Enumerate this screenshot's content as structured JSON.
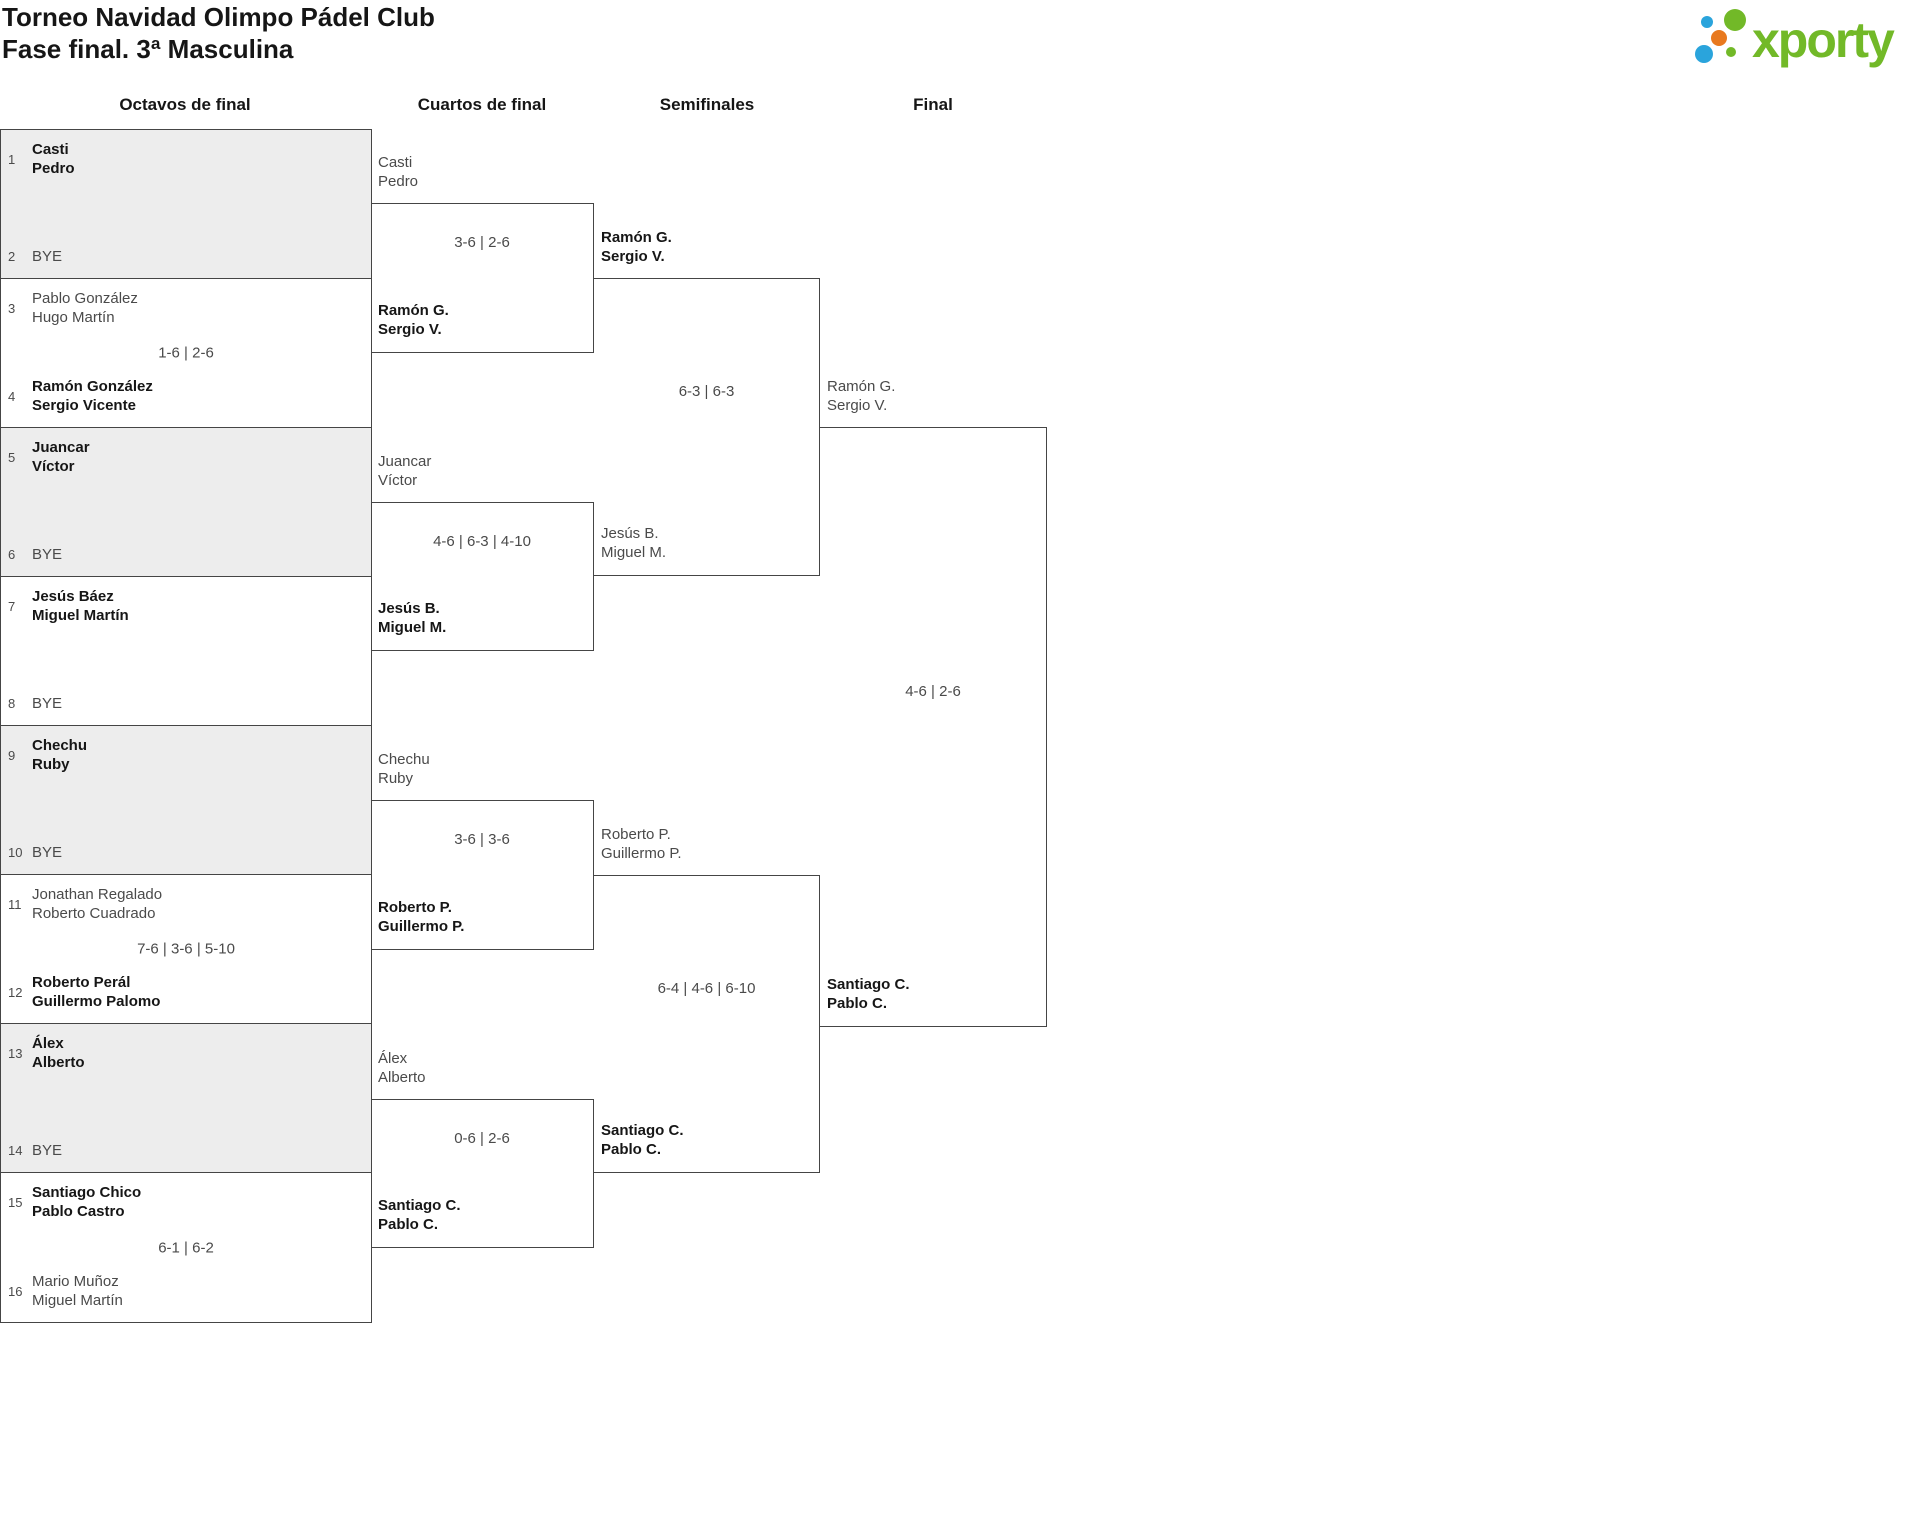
{
  "page": {
    "title_line1": "Torneo Navidad Olimpo Pádel Club",
    "title_line2": "Fase final. 3ª Masculina"
  },
  "logo": {
    "text": "xporty",
    "green": "#72b928",
    "blue": "#2aa4dc",
    "orange": "#e8791e"
  },
  "round_headers": [
    "Octavos de final",
    "Cuartos de final",
    "Semifinales",
    "Final"
  ],
  "octavos": [
    {
      "score": "",
      "top": {
        "seed": "1",
        "name": "Casti\nPedro",
        "winner": true
      },
      "bottom": {
        "seed": "2",
        "name": "BYE",
        "winner": false
      }
    },
    {
      "score": "1-6 | 2-6",
      "top": {
        "seed": "3",
        "name": "Pablo González\nHugo Martín",
        "winner": false
      },
      "bottom": {
        "seed": "4",
        "name": "Ramón González\nSergio Vicente",
        "winner": true
      }
    },
    {
      "score": "",
      "top": {
        "seed": "5",
        "name": "Juancar\nVíctor",
        "winner": true
      },
      "bottom": {
        "seed": "6",
        "name": "BYE",
        "winner": false
      }
    },
    {
      "score": "",
      "top": {
        "seed": "7",
        "name": "Jesús Báez\nMiguel Martín",
        "winner": true
      },
      "bottom": {
        "seed": "8",
        "name": "BYE",
        "winner": false
      }
    },
    {
      "score": "",
      "top": {
        "seed": "9",
        "name": "Chechu\nRuby",
        "winner": true
      },
      "bottom": {
        "seed": "10",
        "name": "BYE",
        "winner": false
      }
    },
    {
      "score": "7-6 | 3-6 | 5-10",
      "top": {
        "seed": "11",
        "name": "Jonathan Regalado\nRoberto Cuadrado",
        "winner": false
      },
      "bottom": {
        "seed": "12",
        "name": "Roberto Perál\nGuillermo Palomo",
        "winner": true
      }
    },
    {
      "score": "",
      "top": {
        "seed": "13",
        "name": "Álex\nAlberto",
        "winner": true
      },
      "bottom": {
        "seed": "14",
        "name": "BYE",
        "winner": false
      }
    },
    {
      "score": "6-1 | 6-2",
      "top": {
        "seed": "15",
        "name": "Santiago Chico\nPablo Castro",
        "winner": true
      },
      "bottom": {
        "seed": "16",
        "name": "Mario Muñoz\nMiguel Martín",
        "winner": false
      }
    }
  ],
  "cuartos": [
    {
      "score": "3-6 | 2-6",
      "t1": {
        "name": "Casti\nPedro",
        "winner": false
      },
      "t2": {
        "name": "Ramón G.\nSergio V.",
        "winner": true
      }
    },
    {
      "score": "4-6 | 6-3 | 4-10",
      "t1": {
        "name": "Juancar\nVíctor",
        "winner": false
      },
      "t2": {
        "name": "Jesús B.\nMiguel M.",
        "winner": true
      }
    },
    {
      "score": "3-6 | 3-6",
      "t1": {
        "name": "Chechu\nRuby",
        "winner": false
      },
      "t2": {
        "name": "Roberto P.\nGuillermo P.",
        "winner": true
      }
    },
    {
      "score": "0-6 | 2-6",
      "t1": {
        "name": "Álex\nAlberto",
        "winner": false
      },
      "t2": {
        "name": "Santiago C.\nPablo C.",
        "winner": true
      }
    }
  ],
  "semifinales": [
    {
      "score": "6-3 | 6-3",
      "t1": {
        "name": "Ramón G.\nSergio V.",
        "winner": true
      },
      "t2": {
        "name": "Jesús B.\nMiguel M.",
        "winner": false
      }
    },
    {
      "score": "6-4 | 4-6 | 6-10",
      "t1": {
        "name": "Roberto P.\nGuillermo P.",
        "winner": false
      },
      "t2": {
        "name": "Santiago C.\nPablo C.",
        "winner": true
      }
    }
  ],
  "final": [
    {
      "score": "4-6 | 2-6",
      "t1": {
        "name": "Ramón G.\nSergio V.",
        "winner": false
      },
      "t2": {
        "name": "Santiago C.\nPablo C.",
        "winner": true
      }
    }
  ]
}
